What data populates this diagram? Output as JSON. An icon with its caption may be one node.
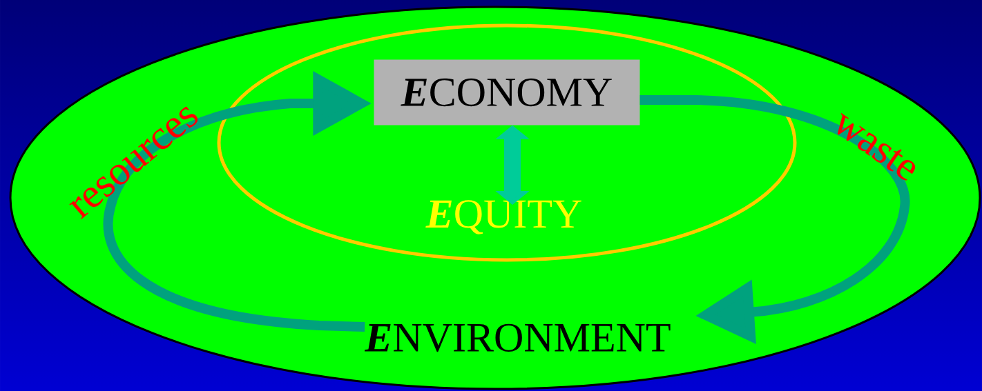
{
  "diagram": {
    "nodes": [
      {
        "text": [
          "**E**NVIRONMENT"
        ]
      },
      {
        "text": [
          "**E**QUITY"
        ],
        "in": 0
      },
      {
        "text": [
          "**E**CONOMY"
        ],
        "in": 1
      }
    ],
    "edges": [
      {
        "from": 0,
        "to": 2,
        "arrow": "to",
        "label": "resources"
      },
      {
        "from": 2,
        "to": 0,
        "arrow": "to",
        "label": "waste"
      },
      {
        "from": 2,
        "to": 1,
        "arrow": "both"
      }
    ]
  }
}
